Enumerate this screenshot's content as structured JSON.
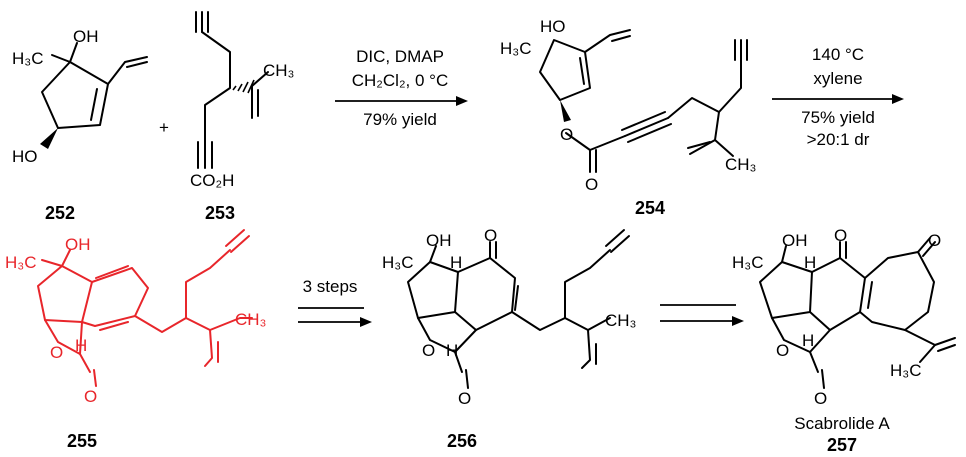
{
  "compounds": {
    "c252": {
      "label": "252",
      "atoms": {
        "h3c": "H₃C",
        "oh": "OH",
        "ho": "HO"
      }
    },
    "c253": {
      "label": "253",
      "atoms": {
        "ch3": "CH₃",
        "co2h": "CO₂H"
      }
    },
    "c254": {
      "label": "254",
      "atoms": {
        "ho": "HO",
        "h3c": "H₃C",
        "o_ester": "O",
        "o_carbonyl": "O",
        "ch3": "CH₃"
      }
    },
    "c255": {
      "label": "255",
      "atoms": {
        "h3c": "H₃C",
        "oh": "OH",
        "o_ring": "O",
        "h": "H",
        "o_carbonyl": "O",
        "ch3": "CH₃"
      }
    },
    "c256": {
      "label": "256",
      "atoms": {
        "oh": "OH",
        "h3c": "H₃C",
        "h_top": "H",
        "o_ketone": "O",
        "o_ring": "O",
        "h_bottom": "H",
        "o_carbonyl": "O",
        "ch3": "CH₃"
      }
    },
    "c257": {
      "label": "257",
      "name": "Scabrolide A",
      "atoms": {
        "oh": "OH",
        "h3c": "H₃C",
        "h_top": "H",
        "o_ketone1": "O",
        "o_ketone2": "O",
        "h_bottom": "H",
        "o_ring": "O",
        "o_carbonyl": "O",
        "h3c_bottom": "H₃C"
      }
    }
  },
  "plus": "+",
  "steps": {
    "step1": {
      "line1": "DIC, DMAP",
      "line2": "CH₂Cl₂, 0 °C",
      "line3": "79% yield"
    },
    "step2": {
      "line1": "140 °C",
      "line2": "xylene",
      "line3": "75% yield",
      "line4": ">20:1 dr"
    },
    "step3": {
      "line1": "3 steps"
    }
  },
  "colors": {
    "highlight": "#e8262b",
    "ink": "#000000"
  }
}
